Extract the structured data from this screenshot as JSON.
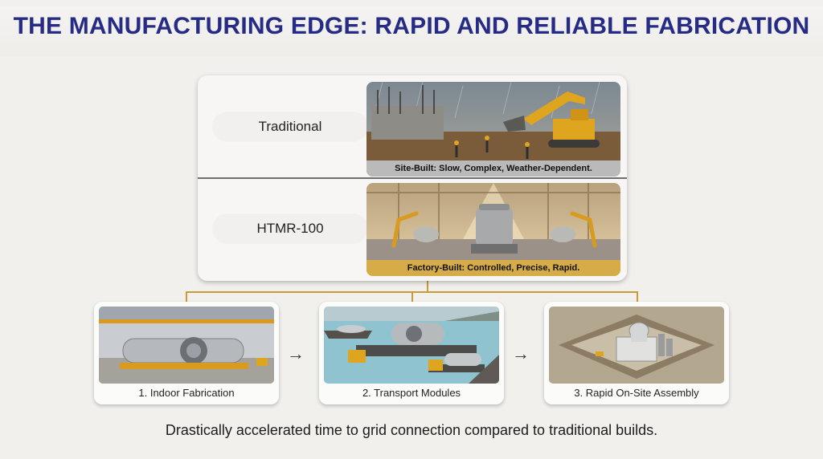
{
  "title": "THE MANUFACTURING EDGE: RAPID AND RELIABLE FABRICATION",
  "comparison": {
    "traditional": {
      "label": "Traditional",
      "caption": "Site-Built: Slow, Complex, Weather-Dependent."
    },
    "htmr": {
      "label": "HTMR-100",
      "caption": "Factory-Built: Controlled, Precise, Rapid."
    }
  },
  "steps": [
    {
      "label": "1. Indoor Fabrication"
    },
    {
      "label": "2. Transport Modules"
    },
    {
      "label": "3. Rapid On-Site Assembly"
    }
  ],
  "arrows": [
    "→",
    "→"
  ],
  "footer": "Drastically accelerated time to grid connection compared to traditional builds.",
  "colors": {
    "title": "#262b86",
    "gold": "#d6ac49",
    "caption_gray": "#b9bab9",
    "connector": "#c89a3a"
  },
  "icons": [
    "construction-site-illustration",
    "factory-illustration",
    "fabrication-hall-illustration",
    "transport-ship-illustration",
    "assembly-site-illustration",
    "right-arrow-icon"
  ]
}
